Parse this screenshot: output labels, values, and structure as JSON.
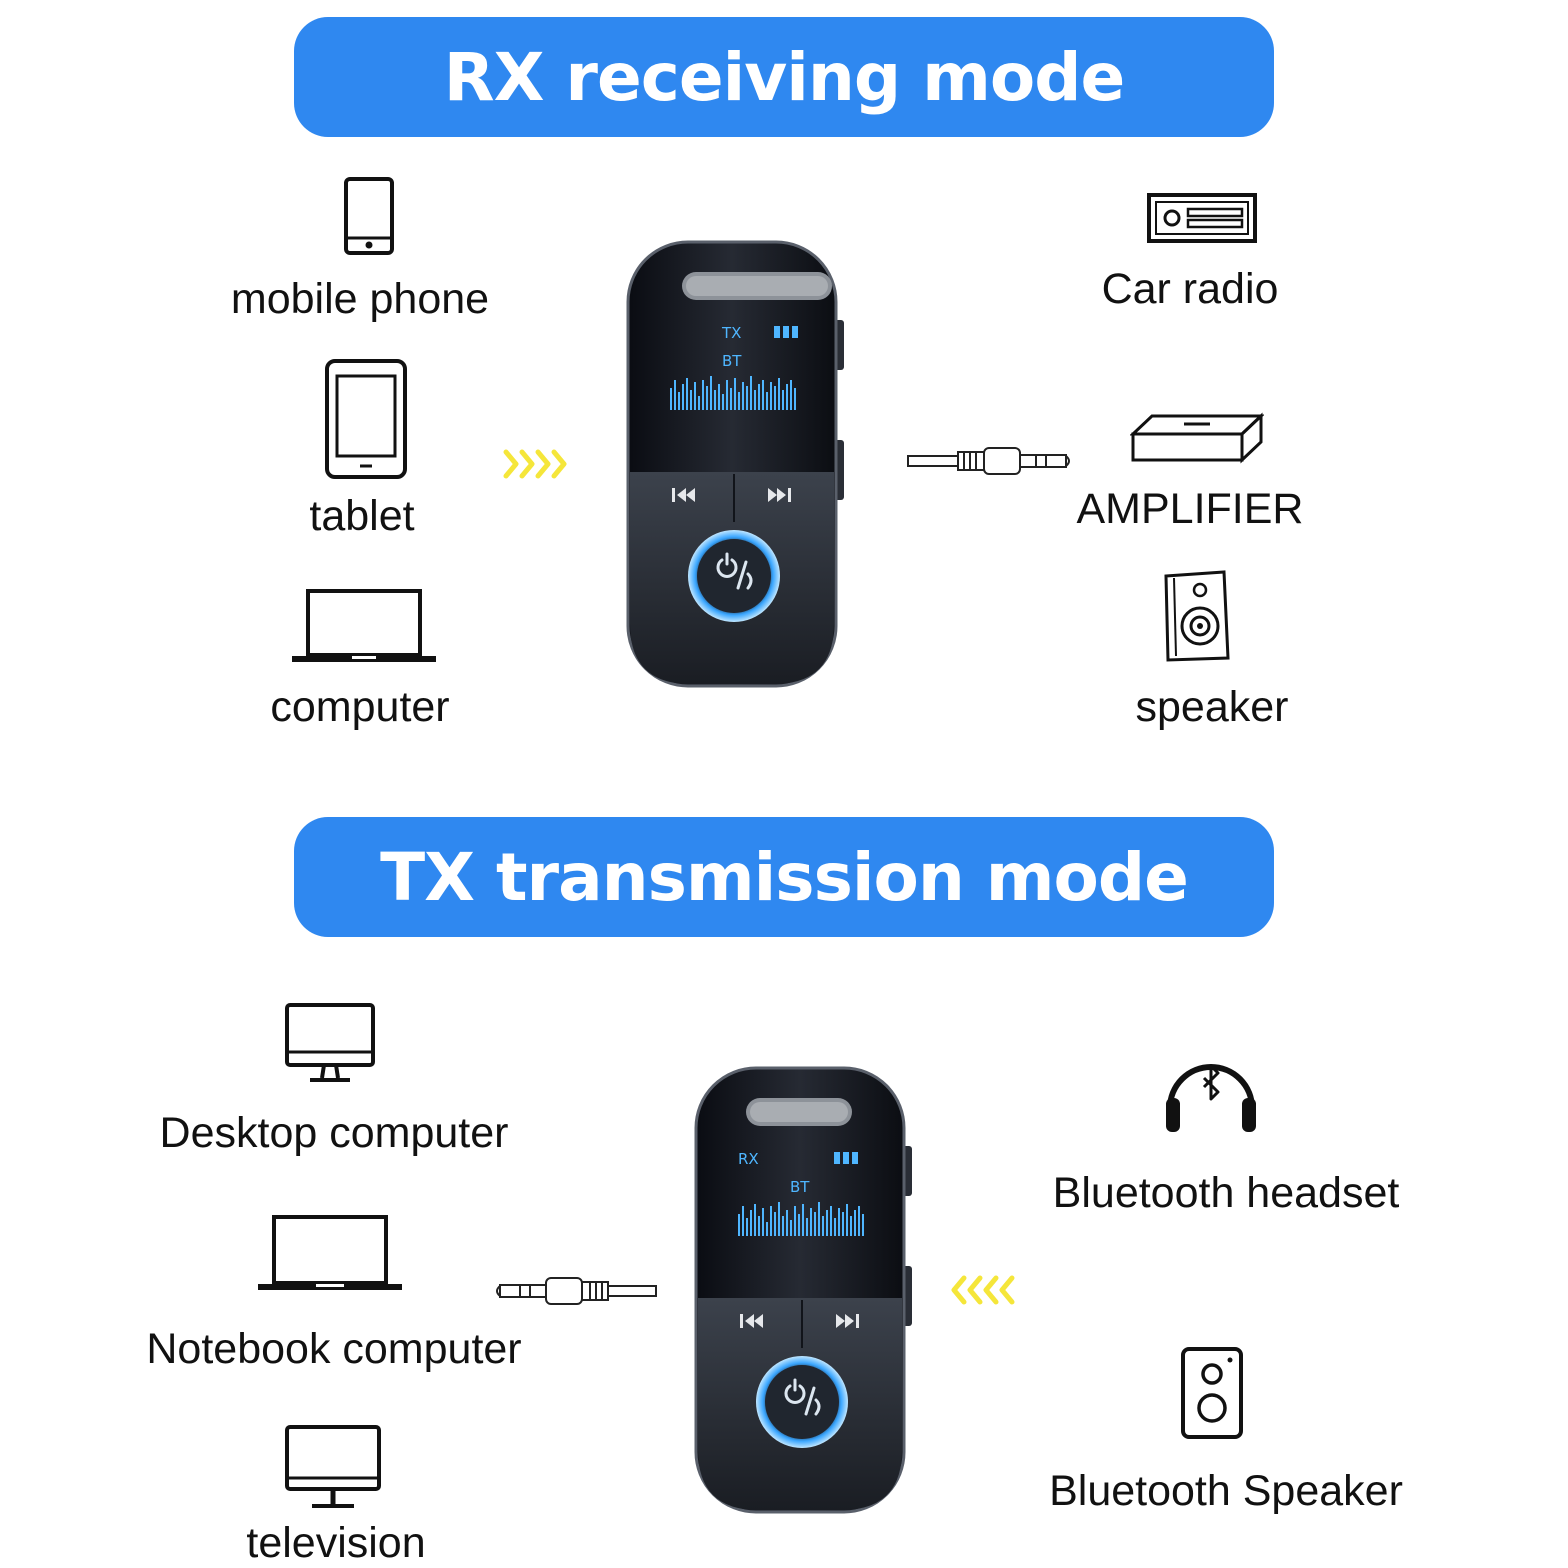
{
  "rx_mode": {
    "title": "RX receiving mode",
    "sources": [
      "mobile phone",
      "tablet",
      "computer"
    ],
    "outputs": [
      "Car radio",
      "AMPLIFIER",
      "speaker"
    ],
    "device_screen": {
      "mode": "TX",
      "sub": "BT"
    }
  },
  "tx_mode": {
    "title": "TX transmission mode",
    "sources": [
      "Desktop computer",
      "Notebook computer",
      "television"
    ],
    "outputs": [
      "Bluetooth headset",
      "Bluetooth Speaker"
    ],
    "device_screen": {
      "mode": "RX",
      "sub": "BT"
    }
  },
  "colors": {
    "banner": "#2f88f0",
    "arrow": "#f5e63a",
    "screen_accent": "#4fb6ff",
    "ring_glow": "#3aa6ff"
  }
}
